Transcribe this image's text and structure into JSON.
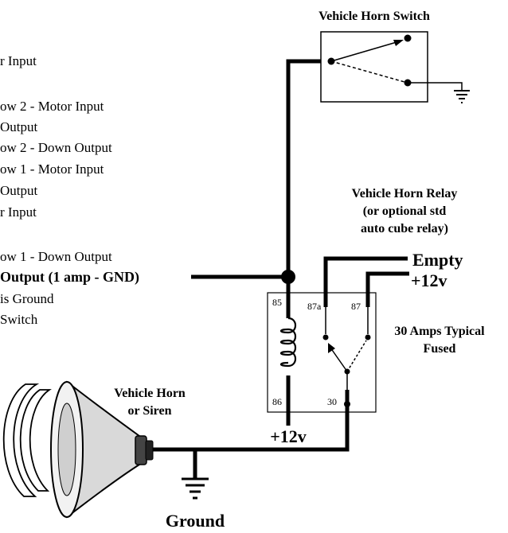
{
  "wire_labels": [
    "r Input",
    "ow 2 - Motor Input",
    " Output",
    "ow 2 - Down Output",
    "ow 1 - Motor Input",
    "Output",
    "r Input",
    "ow 1 - Down Output",
    " Output (1 amp - GND)",
    "is Ground",
    "Switch"
  ],
  "horn_switch": {
    "title": "Vehicle Horn Switch"
  },
  "relay": {
    "title_lines": [
      "Vehicle Horn Relay",
      "(or optional std",
      "auto cube relay)"
    ],
    "pins": {
      "p85": "85",
      "p86": "86",
      "p87a": "87a",
      "p87": "87",
      "p30": "30"
    },
    "empty_label": "Empty",
    "plus12_right": "+12v",
    "plus12_bottom": "+12v",
    "fuse_lines": [
      "30 Amps Typical",
      "Fused"
    ]
  },
  "horn": {
    "title_lines": [
      "Vehicle Horn",
      "or Siren"
    ]
  },
  "ground_label": "Ground",
  "icons": {
    "ground": "ground-icon",
    "horn": "horn-icon",
    "coil": "relay-coil-icon"
  }
}
